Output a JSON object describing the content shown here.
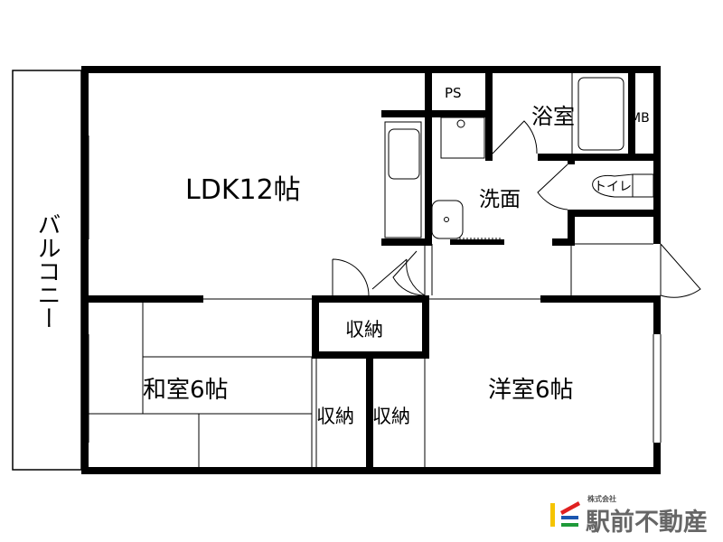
{
  "rooms": {
    "ldk": "LDK12帖",
    "ps": "PS",
    "bath": "浴室",
    "mb": "MB",
    "washroom": "洗面",
    "toilet": "トイレ",
    "closet_top": "収納",
    "closet_left": "収納",
    "closet_right": "収納",
    "japanese_room": "和室6帖",
    "western_room": "洋室6帖",
    "balcony": "バルコニー"
  },
  "logo": {
    "subtitle": "株式会社",
    "name": "駅前不動産",
    "colors": [
      "#f5c400",
      "#e02020",
      "#1a56b0",
      "#1f9a3a"
    ]
  }
}
